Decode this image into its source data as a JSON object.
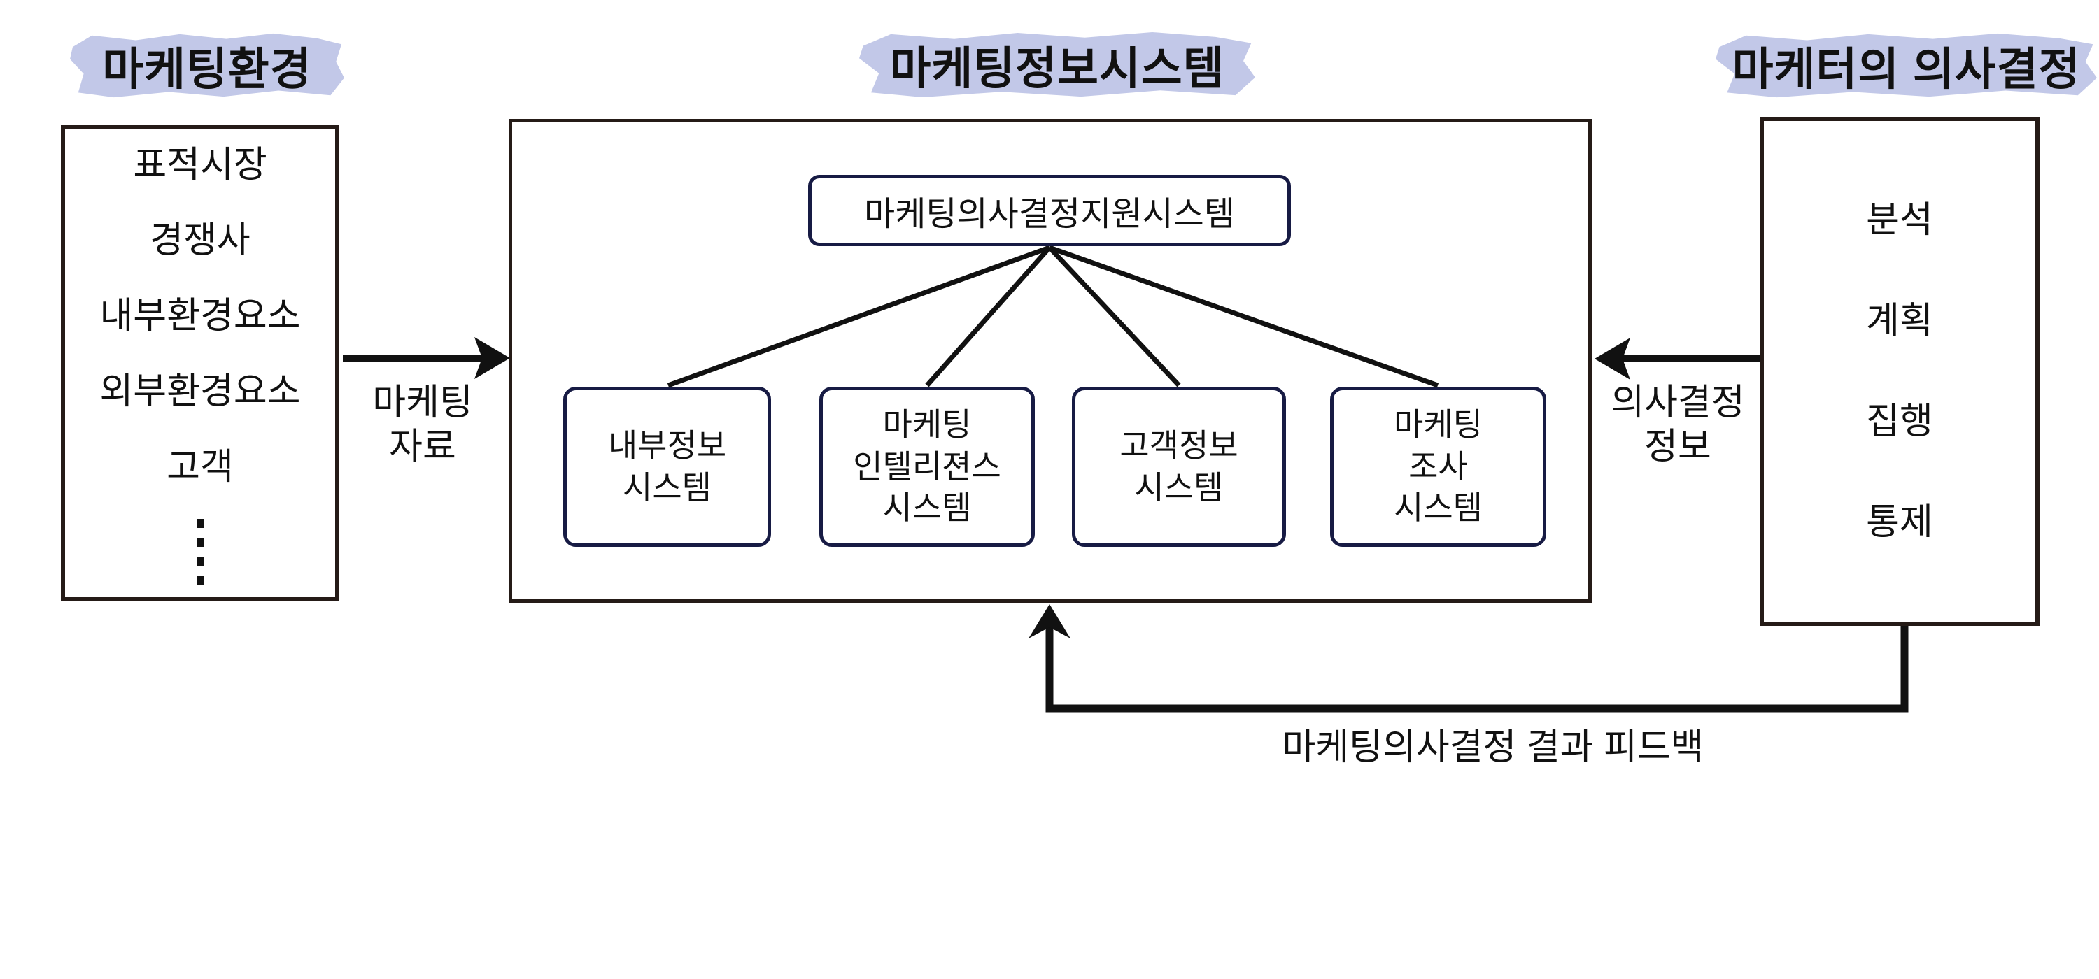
{
  "colors": {
    "background": "#ffffff",
    "highlight": "#c2c8e8",
    "dark_border": "#251b17",
    "navy_border": "#171b44",
    "line": "#111111",
    "text": "#111111"
  },
  "headers": {
    "left": "마케팅환경",
    "center": "마케팅정보시스템",
    "right": "마케터의 의사결정"
  },
  "environment": {
    "items": [
      "표적시장",
      "경쟁사",
      "내부환경요소",
      "외부환경요소",
      "고객"
    ],
    "ellipsis_icon": "vertical-ellipsis"
  },
  "mis": {
    "dss_label": "마케팅의사결정지원시스템",
    "subsystems": [
      "내부정보\n시스템",
      "마케팅\n인텔리젼스\n시스템",
      "고객정보\n시스템",
      "마케팅\n조사\n시스템"
    ]
  },
  "marketer": {
    "items": [
      "분석",
      "계획",
      "집행",
      "통제"
    ]
  },
  "flows": {
    "marketing_data": "마케팅\n자료",
    "decision_info": "의사결정\n정보",
    "feedback": "마케팅의사결정 결과 피드백"
  }
}
